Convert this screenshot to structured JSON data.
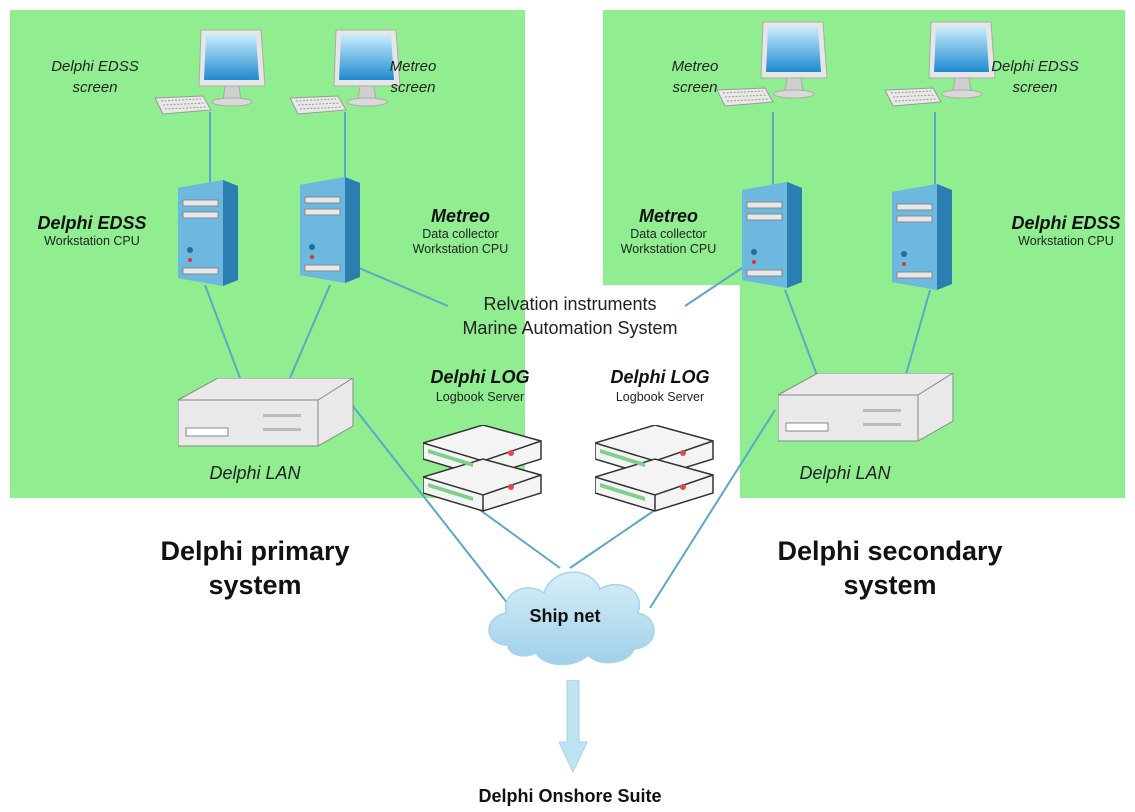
{
  "colors": {
    "zone": "#90ee90",
    "link": "#5aa8c8",
    "tower": "#4a9cc0"
  },
  "primary": {
    "screen1": [
      "Delphi EDSS",
      "screen"
    ],
    "screen2": [
      "Metreo",
      "screen"
    ],
    "cpu1": {
      "title": "Delphi EDSS",
      "sub": [
        "Workstation CPU"
      ]
    },
    "cpu2": {
      "title": "Metreo",
      "sub": [
        "Data collector",
        "Workstation CPU"
      ]
    },
    "lan": "Delphi LAN",
    "system": [
      "Delphi primary",
      "system"
    ]
  },
  "secondary": {
    "screen1": [
      "Metreo",
      "screen"
    ],
    "screen2": [
      "Delphi EDSS",
      "screen"
    ],
    "cpu1": {
      "title": "Metreo",
      "sub": [
        "Data collector",
        "Workstation CPU"
      ]
    },
    "cpu2": {
      "title": "Delphi EDSS",
      "sub": [
        "Workstation CPU"
      ]
    },
    "lan": "Delphi LAN",
    "system": [
      "Delphi secondary",
      "system"
    ]
  },
  "center": {
    "instruments": [
      "Relvation instruments",
      "Marine Automation System"
    ],
    "log1": {
      "title": "Delphi LOG",
      "sub": "Logbook Server"
    },
    "log2": {
      "title": "Delphi LOG",
      "sub": "Logbook Server"
    },
    "cloud": "Ship net",
    "onshore": "Delphi Onshore Suite"
  },
  "icons": {
    "monitor": "monitor-icon",
    "keyboard": "keyboard-icon",
    "tower": "tower-cpu-icon",
    "switch": "network-switch-icon",
    "server": "server-icon",
    "cloud": "cloud-icon",
    "arrow": "arrow-down-icon"
  }
}
